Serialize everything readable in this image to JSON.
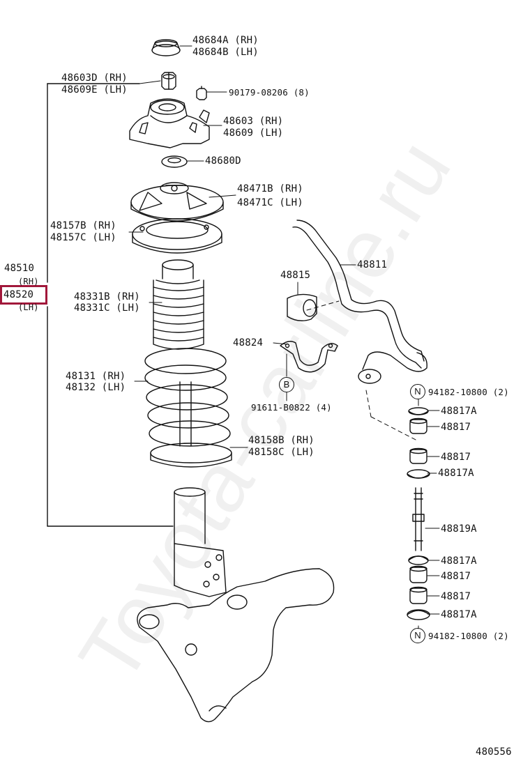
{
  "watermark": "Toyota-carline.ru",
  "highlight_color": "#a1173a",
  "diagram_id": "480556",
  "callouts": {
    "cap_rh": "48684A (RH)",
    "cap_lh": "48684B (LH)",
    "nut_rh": "48603D (RH)",
    "nut_lh": "48609E (LH)",
    "small_nut": "90179-08206 (8)",
    "mount_rh": "48603 (RH)",
    "mount_lh": "48609 (LH)",
    "bearing": "48680D",
    "upper_seat_rh": "48471B (RH)",
    "upper_seat_lh": "48471C (LH)",
    "insulator_rh": "48157B (RH)",
    "insulator_lh": "48157C (LH)",
    "strut_rh": "48510",
    "strut_rh_suffix": "(RH)",
    "strut_lh": "48520",
    "strut_lh_suffix": "(LH)",
    "boot_rh": "48331B (RH)",
    "boot_lh": "48331C (LH)",
    "spring_rh": "48131 (RH)",
    "spring_lh": "48132 (LH)",
    "lower_insulator_rh": "48158B (RH)",
    "lower_insulator_lh": "48158C (LH)",
    "stabilizer_bar": "48811",
    "bushing": "48815",
    "bracket": "48824",
    "bolt_symbol": "B",
    "bolt": "91611-B0822 (4)",
    "nut_symbol_top": "N",
    "nut_top": "94182-10800 (2)",
    "retainer_1": "48817A",
    "cushion_1": "48817",
    "cushion_2": "48817",
    "retainer_2": "48817A",
    "link": "48819A",
    "retainer_3": "48817A",
    "cushion_3": "48817",
    "cushion_4": "48817",
    "retainer_4": "48817A",
    "nut_symbol_bottom": "N",
    "nut_bottom": "94182-10800 (2)"
  }
}
